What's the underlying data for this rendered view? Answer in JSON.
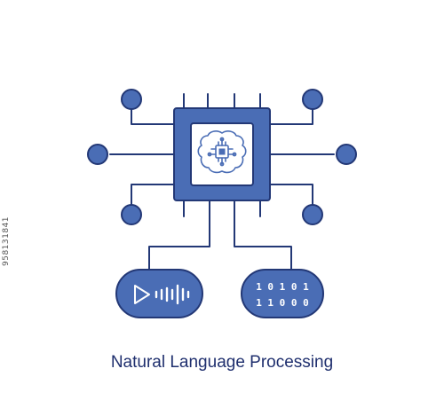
{
  "title": "Natural Language Processing",
  "binary_lines": [
    "1 0 1 0 1",
    "1 1 0 0 0"
  ],
  "side_id": "958131841",
  "colors": {
    "fill": "#4a6db5",
    "stroke": "#233876",
    "inner": "#ffffff",
    "text": "#1f2f6e"
  },
  "icons": [
    "chip-icon",
    "brain-chip-icon",
    "audio-play-icon",
    "binary-data-icon",
    "node-icon"
  ]
}
